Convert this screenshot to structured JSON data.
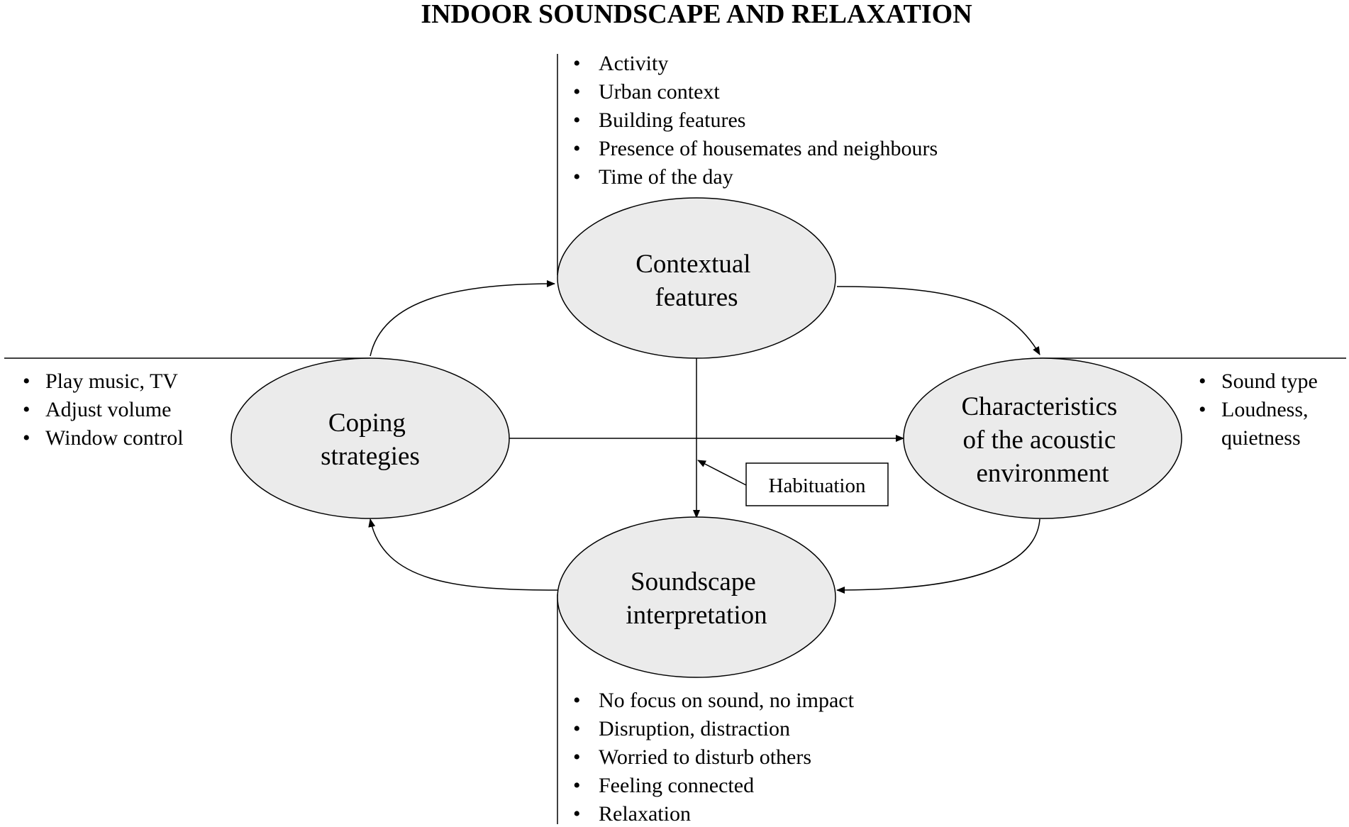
{
  "title": "INDOOR SOUNDSCAPE AND RELAXATION",
  "nodes": {
    "contextual": {
      "lines": [
        "Contextual",
        "features"
      ]
    },
    "coping": {
      "lines": [
        "Coping",
        "strategies"
      ]
    },
    "acoustic": {
      "lines": [
        "Characteristics",
        "of the acoustic",
        "environment"
      ]
    },
    "soundscape": {
      "lines": [
        "Soundscape",
        "interpretation"
      ]
    }
  },
  "lists": {
    "contextual": [
      "Activity",
      "Urban context",
      "Building features",
      "Presence of housemates and neighbours",
      "Time of the day"
    ],
    "coping": [
      "Play music, TV",
      "Adjust volume",
      "Window control"
    ],
    "acoustic": [
      "Sound type",
      "Loudness,",
      "quietness"
    ],
    "soundscape": [
      "No focus on sound, no impact",
      "Disruption, distraction",
      "Worried to disturb others",
      "Feeling connected",
      "Relaxation"
    ]
  },
  "acoustic_list_bullets": [
    true,
    true,
    false
  ],
  "habituation": {
    "label": "Habituation"
  },
  "colors": {
    "ellipse_fill": "#ebebeb",
    "stroke": "#000000"
  }
}
